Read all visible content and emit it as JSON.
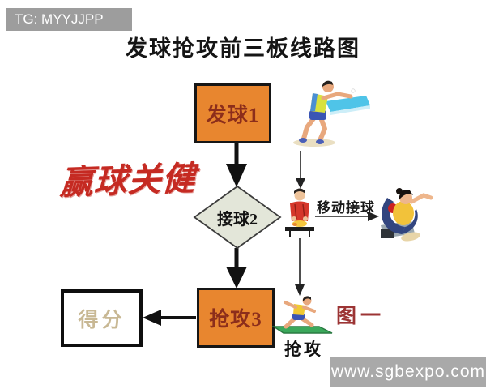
{
  "badges": {
    "top_left": "TG: MYYJJPP",
    "bottom_right": "www.sgbexpo.com"
  },
  "title": "发球抢攻前三板线路图",
  "flowchart": {
    "nodes": [
      {
        "id": "serve",
        "label": "发球1",
        "shape": "rect",
        "fill": "#e8862f"
      },
      {
        "id": "receive",
        "label": "接球2",
        "shape": "diamond",
        "fill": "#e3e6d9"
      },
      {
        "id": "attack",
        "label": "抢攻3",
        "shape": "rect",
        "fill": "#e8862f"
      },
      {
        "id": "score",
        "label": "得分",
        "shape": "rect",
        "fill": "#ffffff"
      }
    ],
    "edges": [
      {
        "from": "serve",
        "to": "receive",
        "style": "thick-arrow"
      },
      {
        "from": "receive",
        "to": "attack",
        "style": "thick-arrow"
      },
      {
        "from": "attack",
        "to": "score",
        "style": "arrow"
      },
      {
        "from": "serve-illustration",
        "to": "receive-illustration",
        "style": "thin-arrow"
      },
      {
        "from": "receive-illustration",
        "to": "far-receive-illustration",
        "style": "thin-arrow"
      },
      {
        "from": "receive-illustration",
        "to": "attack-illustration",
        "style": "thin-arrow"
      }
    ]
  },
  "annotations": {
    "win_key": "赢球关健",
    "move_receive": "移动接球",
    "attack_caption": "抢攻",
    "figure_caption": "图一"
  },
  "illustrations": [
    "serve-player-illustration",
    "receive-player-illustration",
    "far-receive-player-illustration",
    "attack-player-illustration"
  ],
  "colors": {
    "box_orange": "#e8862f",
    "box_text_maroon": "#8c2e1b",
    "diamond_fill": "#e3e6d9",
    "score_text_tan": "#c8b894",
    "calligraphy_red": "#c52a22",
    "figure_caption_red": "#9c3434",
    "badge_gray": "#9d9d9d",
    "arrow_black": "#111111",
    "mat_green": "#3ba85b",
    "table_blue": "#4fc4e8"
  }
}
